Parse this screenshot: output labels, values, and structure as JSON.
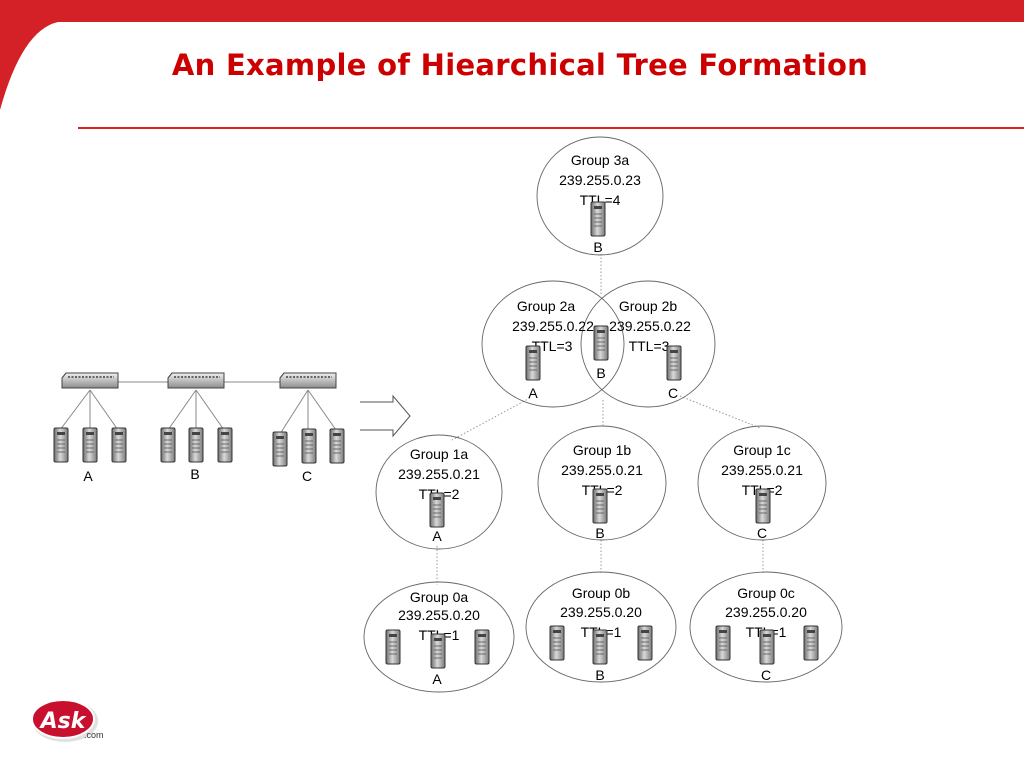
{
  "slide": {
    "title": "An Example of Hiearchical Tree Formation",
    "accent_color": "#d42027"
  },
  "network": {
    "labels": [
      "A",
      "B",
      "C"
    ]
  },
  "groups": [
    {
      "id": "3a",
      "name": "Group 3a",
      "address": "239.255.0.23",
      "ttl": "TTL=4",
      "hosts": [
        "B"
      ]
    },
    {
      "id": "2a",
      "name": "Group 2a",
      "address": "239.255.0.22",
      "ttl": "TTL=3",
      "hosts": [
        "A"
      ]
    },
    {
      "id": "2b",
      "name": "Group 2b",
      "address": "239.255.0.22",
      "ttl": "TTL=3",
      "hosts": [
        "C"
      ]
    },
    {
      "id": "2-shared",
      "name": "",
      "address": "",
      "ttl": "",
      "hosts": [
        "B"
      ]
    },
    {
      "id": "1a",
      "name": "Group 1a",
      "address": "239.255.0.21",
      "ttl": "TTL=2",
      "hosts": [
        "A"
      ]
    },
    {
      "id": "1b",
      "name": "Group 1b",
      "address": "239.255.0.21",
      "ttl": "TTL=2",
      "hosts": [
        "B"
      ]
    },
    {
      "id": "1c",
      "name": "Group 1c",
      "address": "239.255.0.21",
      "ttl": "TTL=2",
      "hosts": [
        "C"
      ]
    },
    {
      "id": "0a",
      "name": "Group 0a",
      "address": "239.255.0.20",
      "ttl": "TTL=1",
      "hosts": [
        "A"
      ]
    },
    {
      "id": "0b",
      "name": "Group 0b",
      "address": "239.255.0.20",
      "ttl": "TTL=1",
      "hosts": [
        "B"
      ]
    },
    {
      "id": "0c",
      "name": "Group 0c",
      "address": "239.255.0.20",
      "ttl": "TTL=1",
      "hosts": [
        "C"
      ]
    }
  ],
  "logo": {
    "text": "Ask",
    "suffix": ".com"
  }
}
